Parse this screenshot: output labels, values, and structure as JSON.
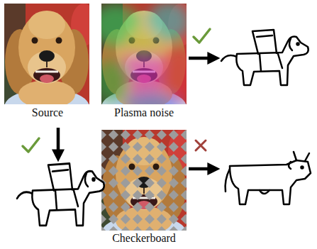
{
  "diagram": {
    "nodes": [
      {
        "text": [
          "Source"
        ]
      },
      {
        "text": [
          "Plasma noise"
        ]
      },
      {
        "text": [
          "Checkerboard"
        ]
      }
    ]
  }
}
